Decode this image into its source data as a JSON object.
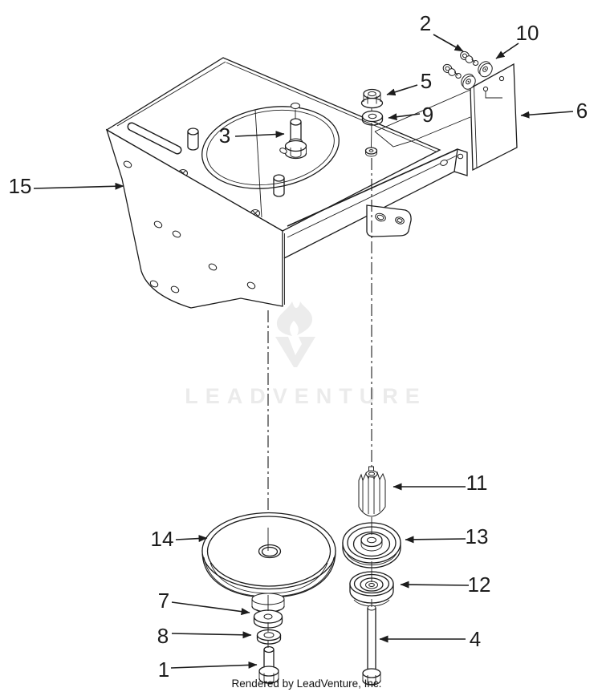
{
  "page": {
    "background": "#ffffff",
    "line_color": "#1c1c1c"
  },
  "diagram": {
    "type": "exploded-parts-diagram",
    "callouts": [
      "1",
      "2",
      "3",
      "4",
      "5",
      "6",
      "7",
      "8",
      "9",
      "10",
      "11",
      "12",
      "13",
      "14",
      "15"
    ]
  },
  "watermark": {
    "text": "LEADVENTURE",
    "logo": "leadventure-flame-v-logo",
    "color": "#ececec"
  },
  "footer": {
    "text": "Rendered by LeadVenture, Inc."
  }
}
